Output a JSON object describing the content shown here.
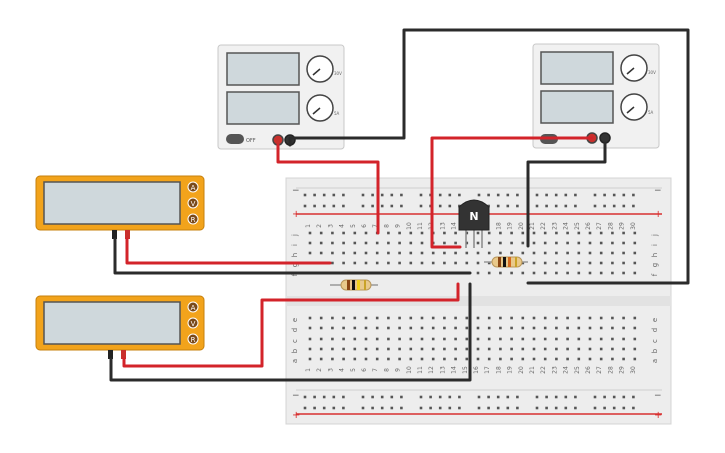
{
  "power_supplies": [
    {
      "id": "left",
      "knob1_label": "30V",
      "knob2_label": "5A",
      "off_button_label": "OFF"
    },
    {
      "id": "right",
      "knob1_label": "30V",
      "knob2_label": "5A"
    }
  ],
  "multimeters": [
    {
      "id": "top",
      "modes": [
        "A",
        "V",
        "R"
      ]
    },
    {
      "id": "bottom",
      "modes": [
        "A",
        "V",
        "R"
      ]
    }
  ],
  "transistor": {
    "label": "N"
  },
  "breadboard": {
    "rail_plus": "+",
    "rail_minus": "−",
    "row_letters_top": [
      "j",
      "i",
      "h",
      "g",
      "f"
    ],
    "row_letters_bottom": [
      "e",
      "d",
      "c",
      "b",
      "a"
    ],
    "columns": [
      "1",
      "2",
      "3",
      "4",
      "5",
      "6",
      "7",
      "8",
      "9",
      "10",
      "11",
      "12",
      "13",
      "14",
      "15",
      "16",
      "17",
      "18",
      "19",
      "20",
      "21",
      "22",
      "23",
      "24",
      "25",
      "26",
      "27",
      "28",
      "29",
      "30"
    ]
  },
  "colors": {
    "wire_red": "#d3232a",
    "wire_black": "#2b2b2b",
    "multimeter_body": "#f2a31b",
    "multimeter_screen": "#cfd8dc",
    "supply_body": "#f1f1f1",
    "breadboard": "#ededed",
    "rail_red": "#d83030"
  }
}
